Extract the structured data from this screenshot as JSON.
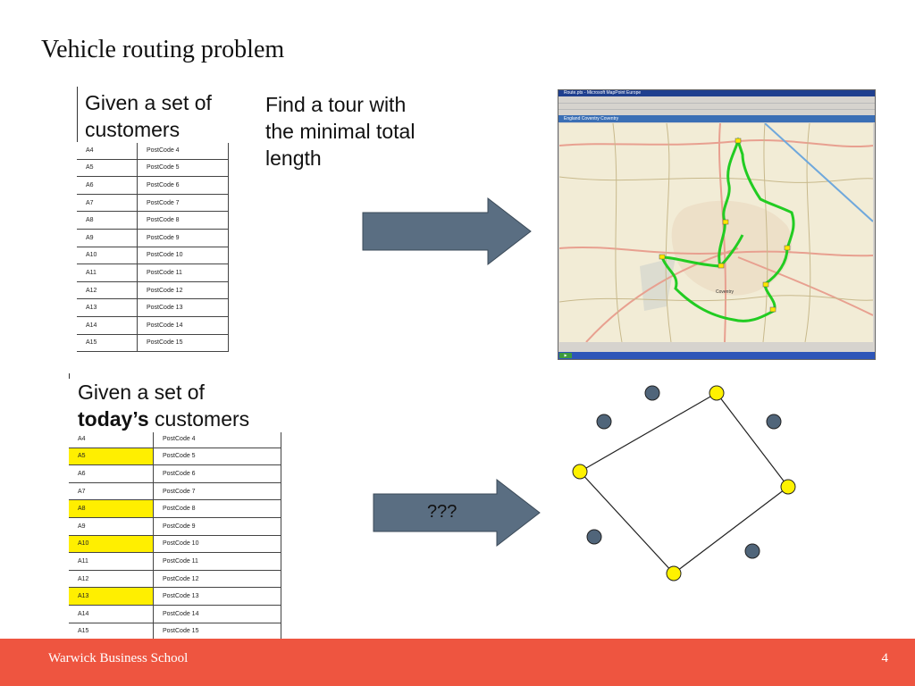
{
  "slide": {
    "title": "Vehicle routing problem",
    "page_number": "4"
  },
  "footer": {
    "school": "Warwick Business School"
  },
  "top_panel": {
    "caption_line1": "Given a set of",
    "caption_line2": "customers",
    "result_line1": "Find a tour with",
    "result_line2": "the minimal total",
    "result_line3": "length",
    "table_rows": [
      {
        "id": "A4",
        "code": "PostCode 4"
      },
      {
        "id": "A5",
        "code": "PostCode 5"
      },
      {
        "id": "A6",
        "code": "PostCode 6"
      },
      {
        "id": "A7",
        "code": "PostCode 7"
      },
      {
        "id": "A8",
        "code": "PostCode 8"
      },
      {
        "id": "A9",
        "code": "PostCode 9"
      },
      {
        "id": "A10",
        "code": "PostCode 10"
      },
      {
        "id": "A11",
        "code": "PostCode 11"
      },
      {
        "id": "A12",
        "code": "PostCode 12"
      },
      {
        "id": "A13",
        "code": "PostCode 13"
      },
      {
        "id": "A14",
        "code": "PostCode 14"
      },
      {
        "id": "A15",
        "code": "PostCode 15"
      }
    ]
  },
  "bottom_panel": {
    "caption_line1": "Given a set of",
    "caption_bold": "today’s",
    "caption_rest": " customers",
    "arrow_label": "???",
    "highlight_color": "#ffef00",
    "table_rows": [
      {
        "id": "A4",
        "code": "PostCode 4",
        "highlighted": false
      },
      {
        "id": "A5",
        "code": "PostCode 5",
        "highlighted": true
      },
      {
        "id": "A6",
        "code": "PostCode 6",
        "highlighted": false
      },
      {
        "id": "A7",
        "code": "PostCode 7",
        "highlighted": false
      },
      {
        "id": "A8",
        "code": "PostCode 8",
        "highlighted": true
      },
      {
        "id": "A9",
        "code": "PostCode 9",
        "highlighted": false
      },
      {
        "id": "A10",
        "code": "PostCode 10",
        "highlighted": true
      },
      {
        "id": "A11",
        "code": "PostCode 11",
        "highlighted": false
      },
      {
        "id": "A12",
        "code": "PostCode 12",
        "highlighted": false
      },
      {
        "id": "A13",
        "code": "PostCode 13",
        "highlighted": true
      },
      {
        "id": "A14",
        "code": "PostCode 14",
        "highlighted": false
      },
      {
        "id": "A15",
        "code": "PostCode 15",
        "highlighted": false
      }
    ]
  },
  "map_screenshot": {
    "window_title": "Route.pts - Microsoft MapPoint Europe",
    "tab_line": "England   Coventry   Coventry",
    "city_label": "Coventry",
    "route_color": "#22cc22"
  },
  "colors": {
    "footer": "#ee5540",
    "arrow_fill": "#5a6e82",
    "node_selected": "#fff200",
    "node_unselected": "#50657a"
  }
}
